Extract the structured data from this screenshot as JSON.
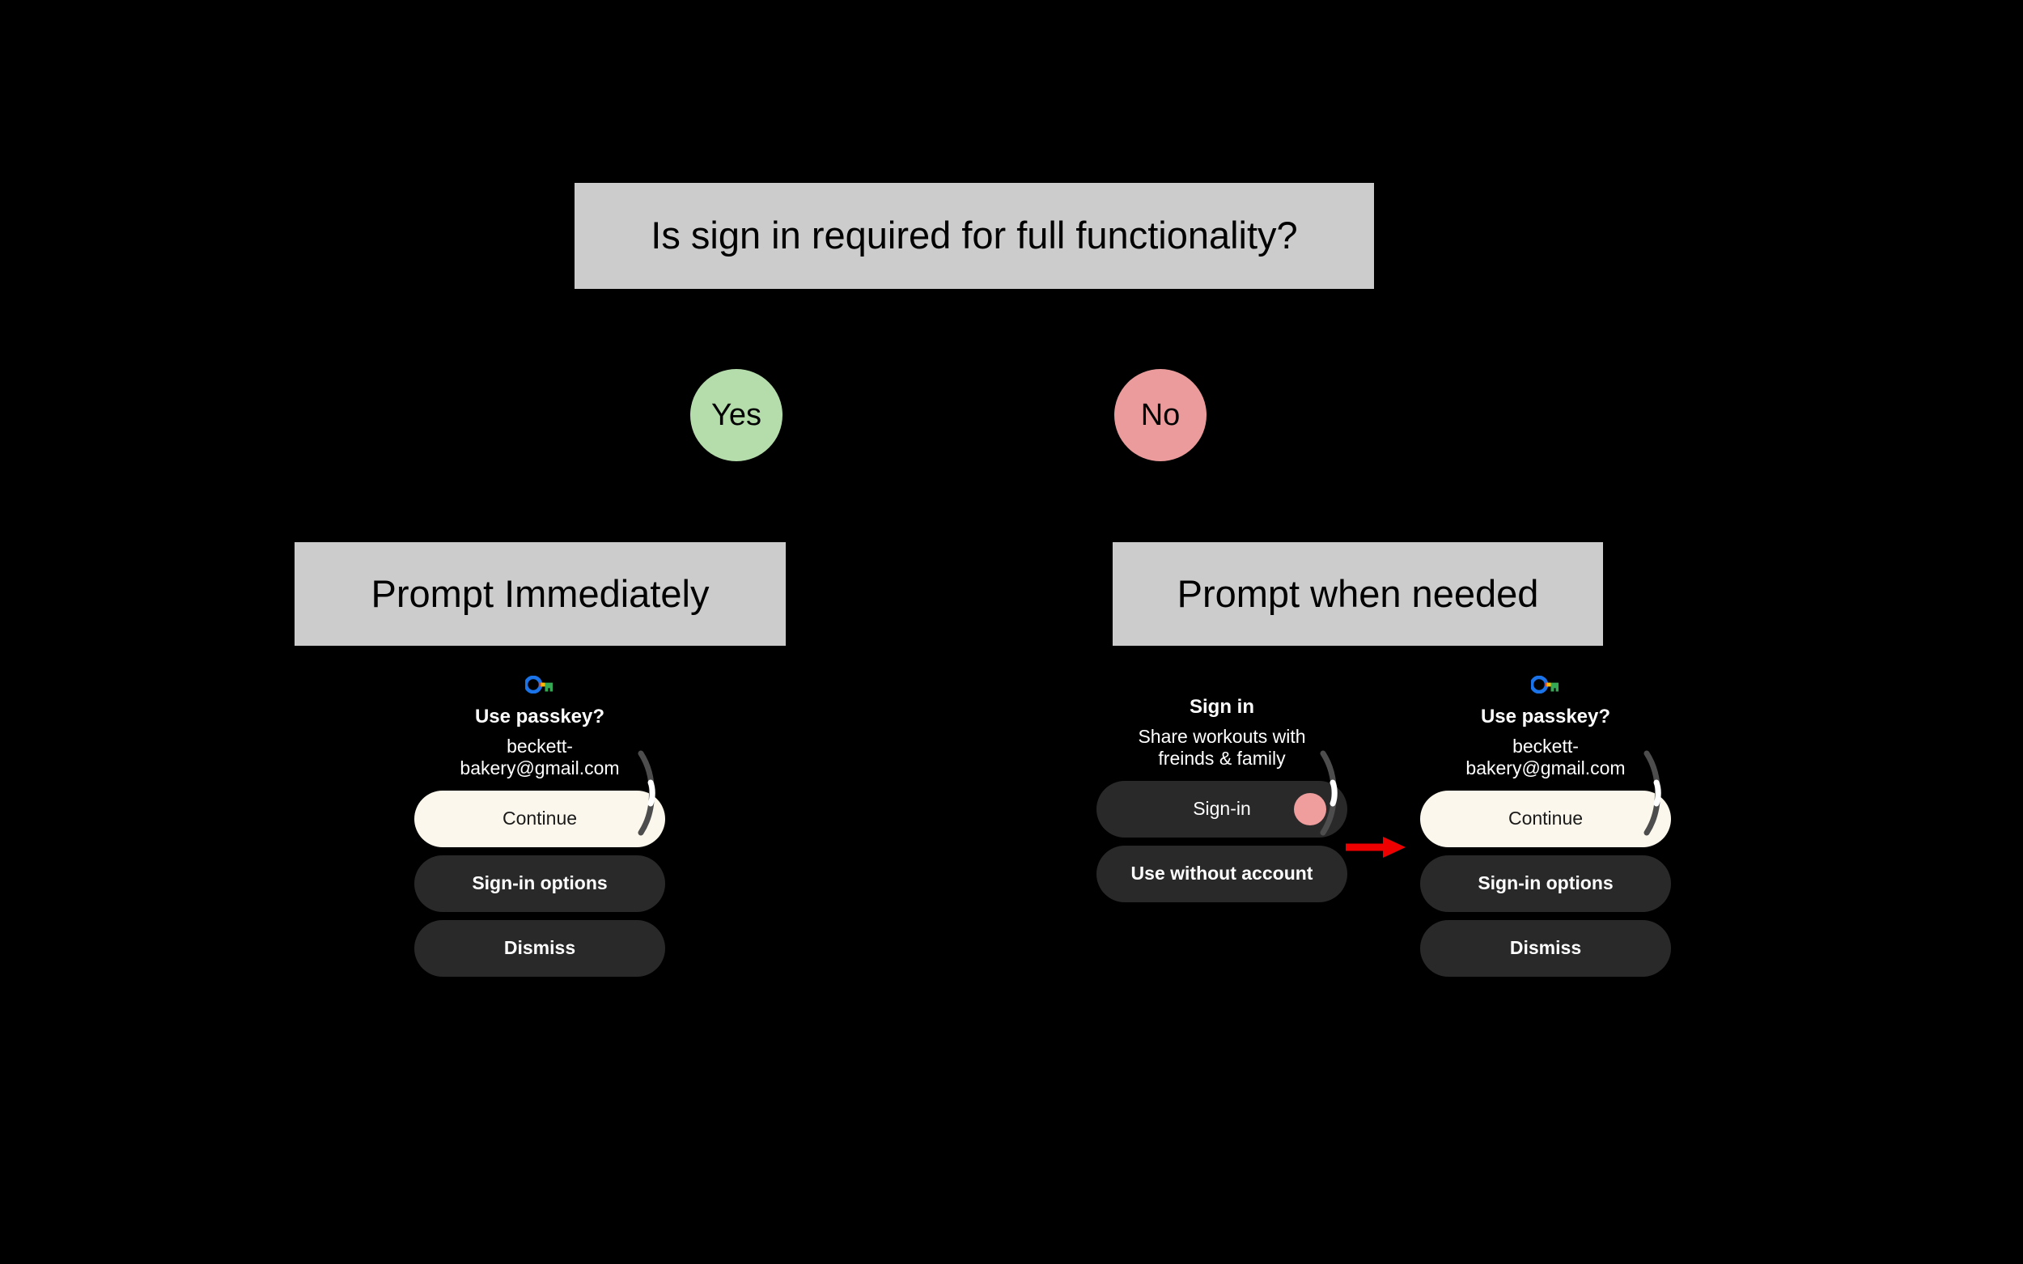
{
  "flow": {
    "question": "Is sign in required for full functionality?",
    "branches": [
      {
        "label": "Yes",
        "color": "#b4ddab",
        "target": "Prompt Immediately"
      },
      {
        "label": "No",
        "color": "#eb9b9b",
        "target": "Prompt when needed"
      }
    ],
    "node_prompt_immediately": "Prompt Immediately",
    "node_prompt_when_needed": "Prompt when needed"
  },
  "watch_passkey_left": {
    "icon": "google-passkey-icon",
    "title": "Use passkey?",
    "account": "beckett-bakery@gmail.com",
    "buttons": [
      {
        "label": "Continue",
        "style": "primary"
      },
      {
        "label": "Sign-in options",
        "style": "secondary"
      },
      {
        "label": "Dismiss",
        "style": "secondary"
      }
    ]
  },
  "watch_signin": {
    "title": "Sign in",
    "subtitle": "Share workouts with freinds & family",
    "buttons": [
      {
        "label": "Sign-in",
        "style": "secondary",
        "touch_dot": true
      },
      {
        "label": "Use without account",
        "style": "secondary"
      }
    ]
  },
  "watch_passkey_right": {
    "icon": "google-passkey-icon",
    "title": "Use passkey?",
    "account": "beckett-bakery@gmail.com",
    "buttons": [
      {
        "label": "Continue",
        "style": "primary"
      },
      {
        "label": "Sign-in options",
        "style": "secondary"
      },
      {
        "label": "Dismiss",
        "style": "secondary"
      }
    ]
  },
  "annotation": {
    "arrow_color": "#ee0000",
    "from": "Sign-in",
    "to": "Continue"
  },
  "colors": {
    "background": "#000000",
    "node_fill": "#cccccc",
    "node_text": "#000000",
    "yes_fill": "#b4ddab",
    "no_fill": "#eb9b9b",
    "primary_button": "#fbf7ec",
    "secondary_button": "#292929",
    "arrow": "#ee0000",
    "touch_dot": "#ef9d9d"
  }
}
